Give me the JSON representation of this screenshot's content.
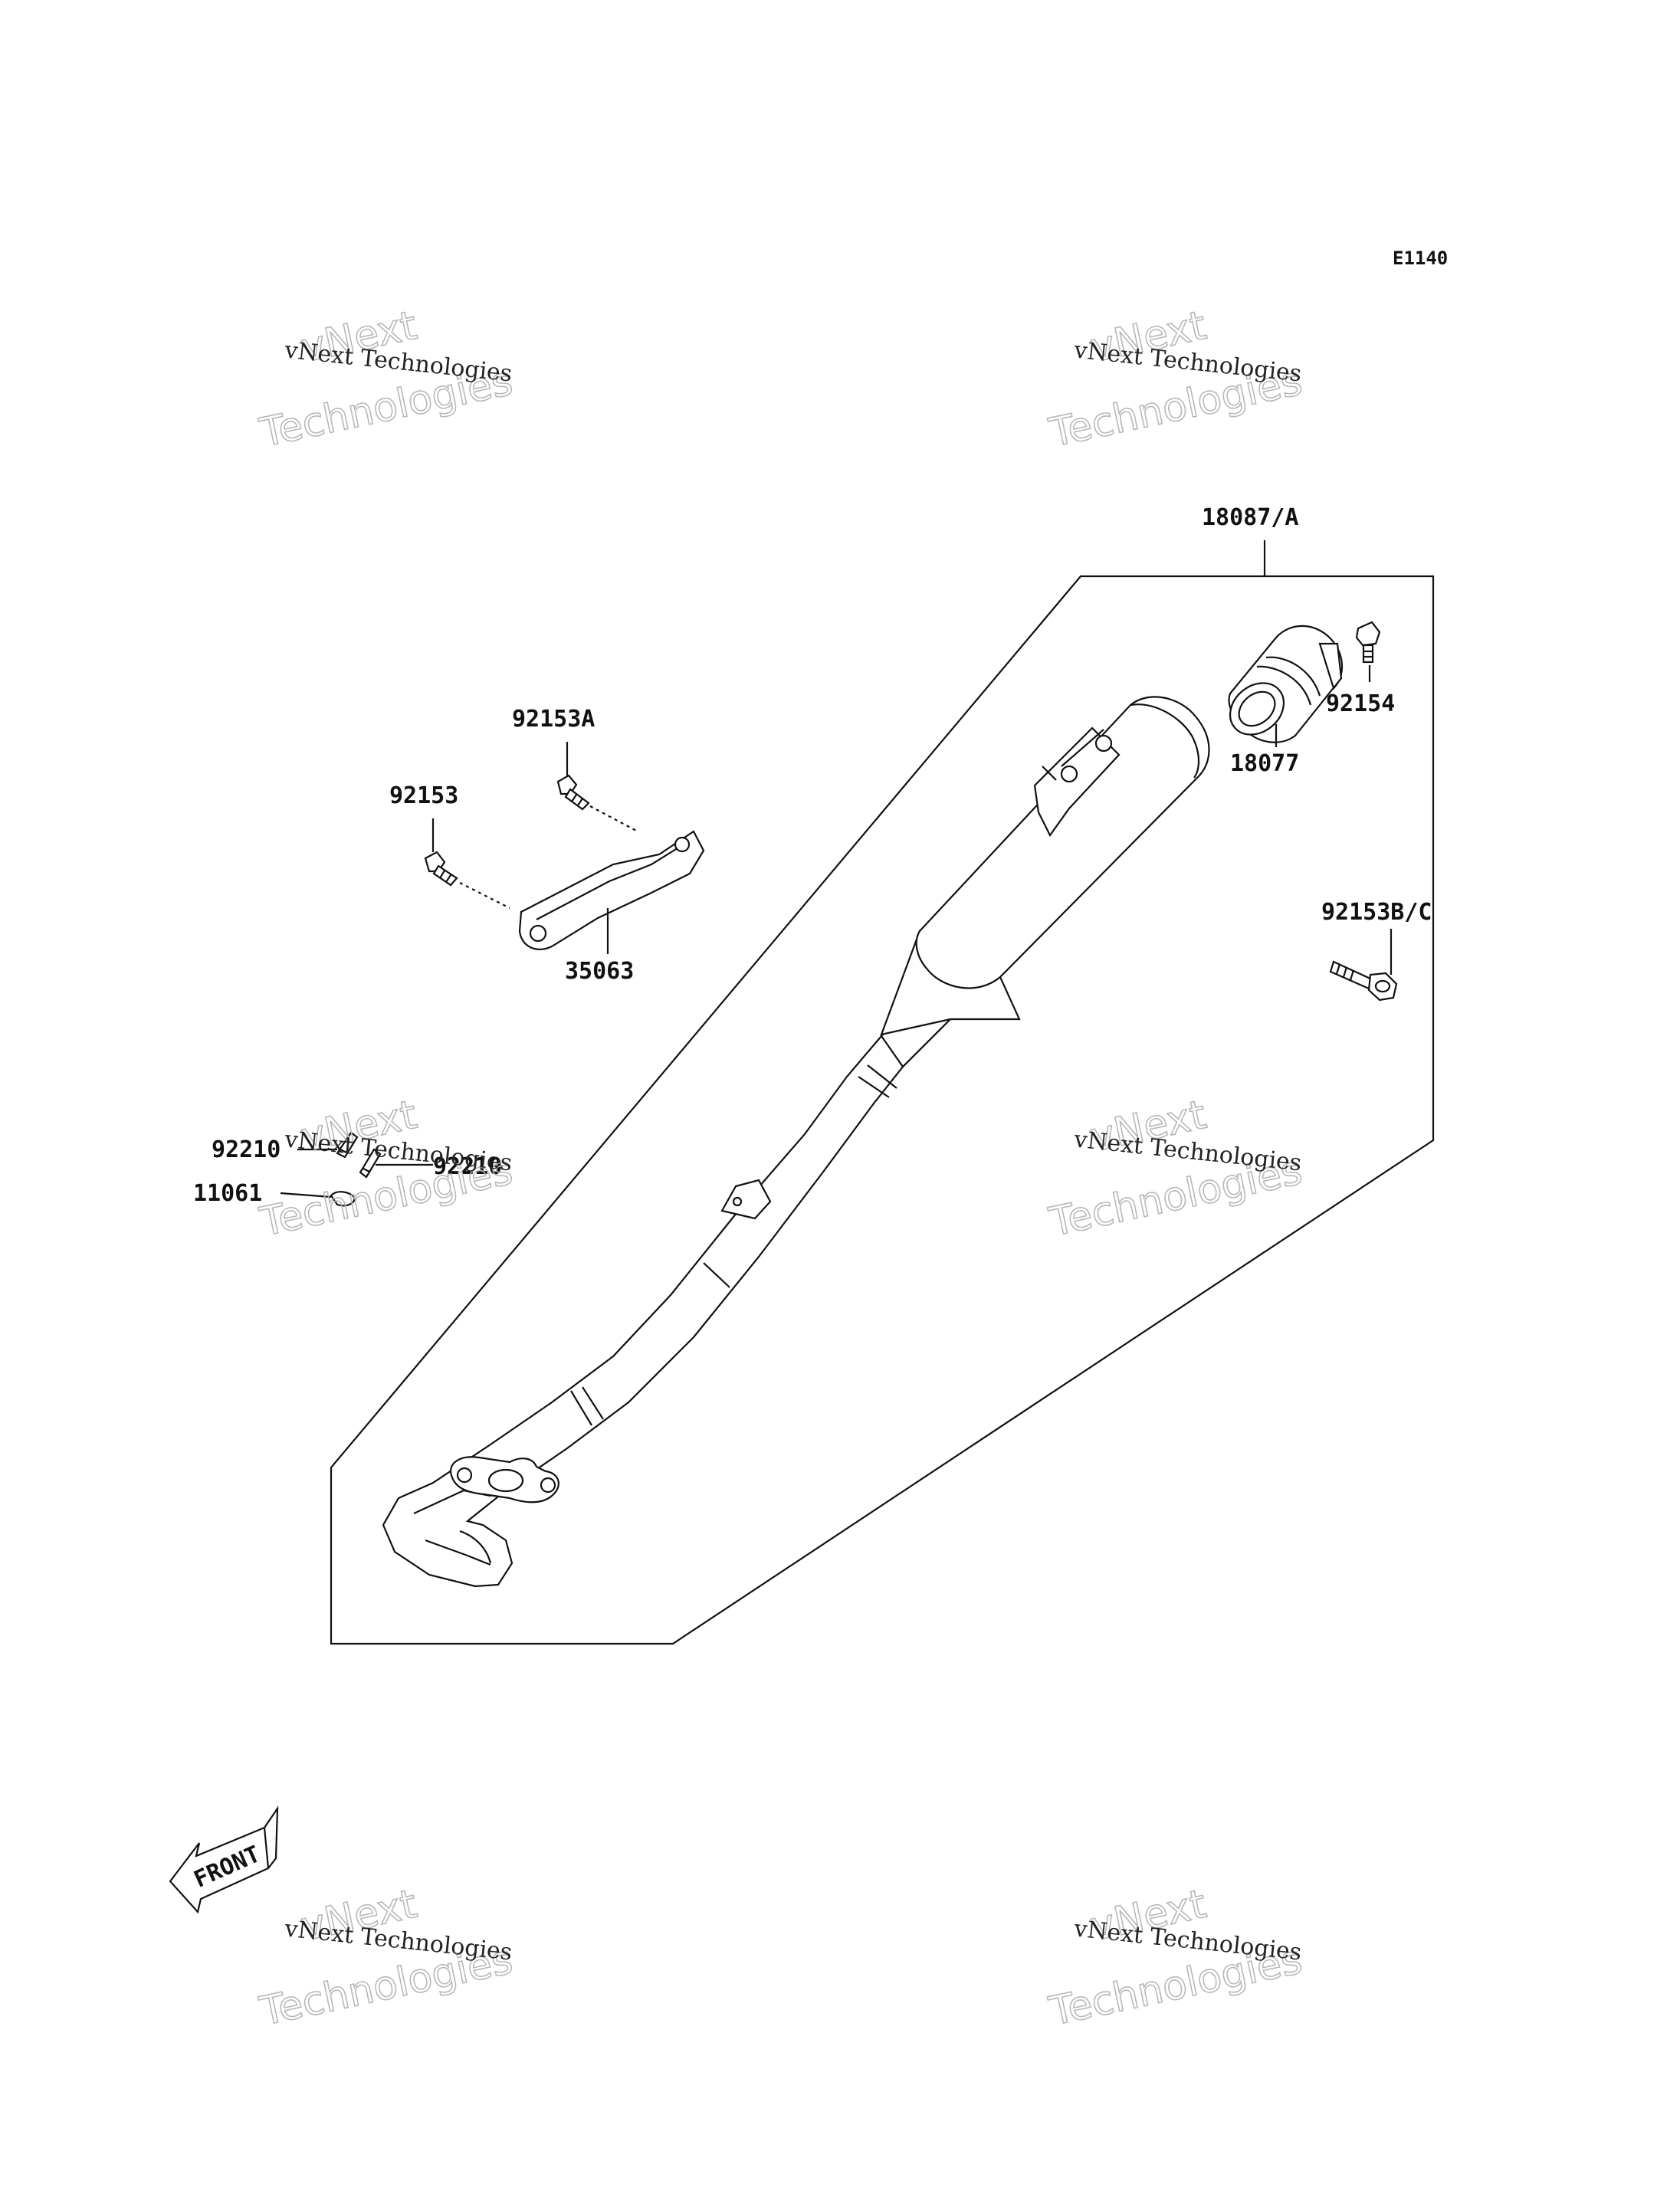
{
  "diagram_code": "E1140",
  "parts": {
    "muffler_assembly": "18087/A",
    "tail_pipe": "18077",
    "bolt_muffler_end": "92154",
    "bolt_stay_upper": "92153A",
    "bolt_stay_lower": "92153",
    "stay": "35063",
    "bolt_flange": "92153B/C",
    "stud_a": "92210",
    "stud_b": "92210",
    "gasket": "11061"
  },
  "front_label": "FRONT",
  "watermark": {
    "line1": "vNext",
    "line2": "vNext Technologies",
    "line3": "Technologies"
  }
}
